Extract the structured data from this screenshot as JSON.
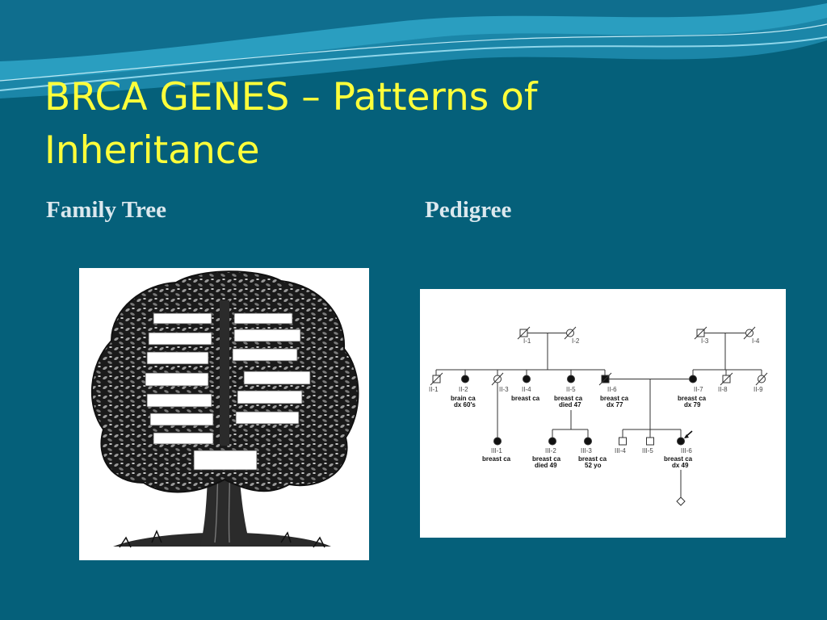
{
  "slide": {
    "title_line1": "BRCA GENES – Patterns of",
    "title_line2": "Inheritance",
    "left_heading": "Family Tree",
    "right_heading": "Pedigree"
  },
  "pedigree": {
    "labels": {
      "I1": "I-1",
      "I2": "I-2",
      "I3": "I-3",
      "I4": "I-4",
      "II1": "II-1",
      "II2": "II-2",
      "II3": "II-3",
      "II4": "II-4",
      "II5": "II-5",
      "II6": "II-6",
      "II7": "II-7",
      "II8": "II-8",
      "II9": "II-9",
      "III1": "III-1",
      "III2": "III-2",
      "III3": "III-3",
      "III4": "III-4",
      "III5": "III-5",
      "III6": "III-6"
    },
    "dx": {
      "II2_a": "brain ca",
      "II2_b": "dx 60's",
      "II4_a": "breast ca",
      "II5_a": "breast ca",
      "II5_b": "died 47",
      "II6_a": "breast ca",
      "II6_b": "dx 77",
      "II7_a": "breast ca",
      "II7_b": "dx 79",
      "III1_a": "breast ca",
      "III2_a": "breast ca",
      "III2_b": "died 49",
      "III3_a": "breast ca",
      "III3_b": "52 yo",
      "III6_a": "breast ca",
      "III6_b": "dx 49"
    }
  }
}
